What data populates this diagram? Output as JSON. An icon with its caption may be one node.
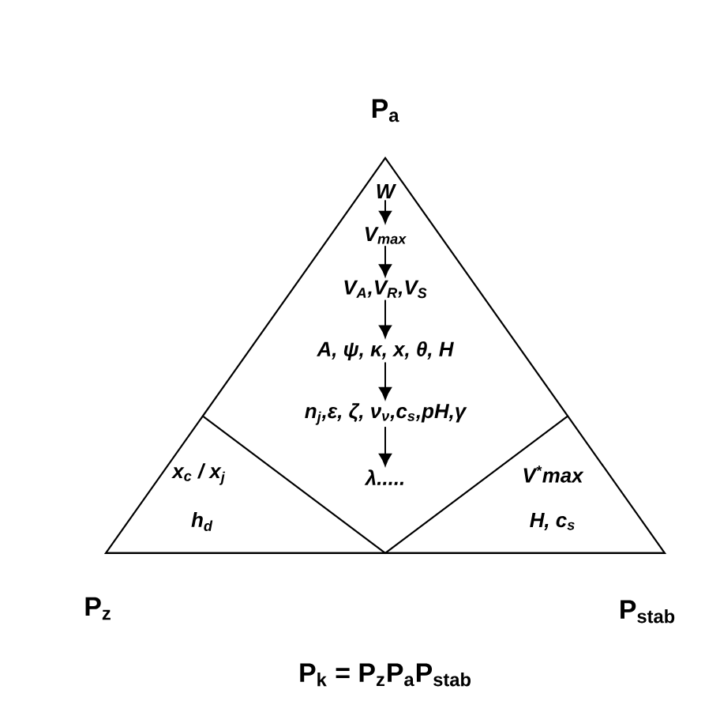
{
  "diagram": {
    "caption": "P$_{k}$ = P$_{z}$P$_{a}$P$_{stab}$",
    "nodes": [
      {
        "text": [
          "W"
        ]
      },
      {
        "text": [
          "V$_{max}$"
        ]
      },
      {
        "text": [
          "V$_{A}$,V$_{R}$,V$_{S}$"
        ]
      },
      {
        "text": [
          "A, ψ, κ, x, θ, H"
        ]
      },
      {
        "text": [
          "n$_{j}$,ε, ζ, ν$_{ν}$,c$_{s}$,pH,γ"
        ]
      },
      {
        "text": [
          "λ....."
        ]
      }
    ],
    "edges": [
      {
        "from": 0,
        "to": 1,
        "arrow": "to"
      },
      {
        "from": 1,
        "to": 2,
        "arrow": "to"
      },
      {
        "from": 2,
        "to": 3,
        "arrow": "to"
      },
      {
        "from": 3,
        "to": 4,
        "arrow": "to"
      },
      {
        "from": 4,
        "to": 5,
        "arrow": "to"
      }
    ],
    "labels": [
      "P$_{a}$",
      "x$_{c}$ / x$_{j}$",
      "V$^{*}$max",
      "h$_{d}$",
      "H, c$_{s}$",
      "P$_{z}$",
      "P$_{stab}$"
    ]
  }
}
